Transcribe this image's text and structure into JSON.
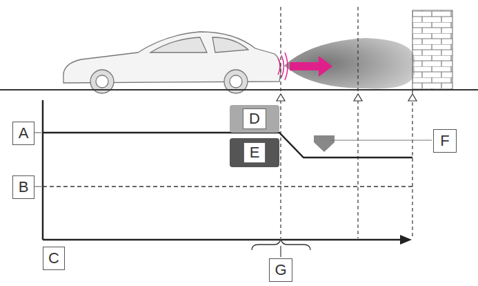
{
  "diagram": {
    "nodes": [
      {
        "text": [
          "A"
        ]
      },
      {
        "text": [
          "B"
        ]
      },
      {
        "text": [
          "C"
        ]
      },
      {
        "text": [
          "D"
        ]
      },
      {
        "text": [
          "E"
        ]
      },
      {
        "text": [
          "F"
        ]
      },
      {
        "text": [
          "G"
        ]
      }
    ]
  }
}
